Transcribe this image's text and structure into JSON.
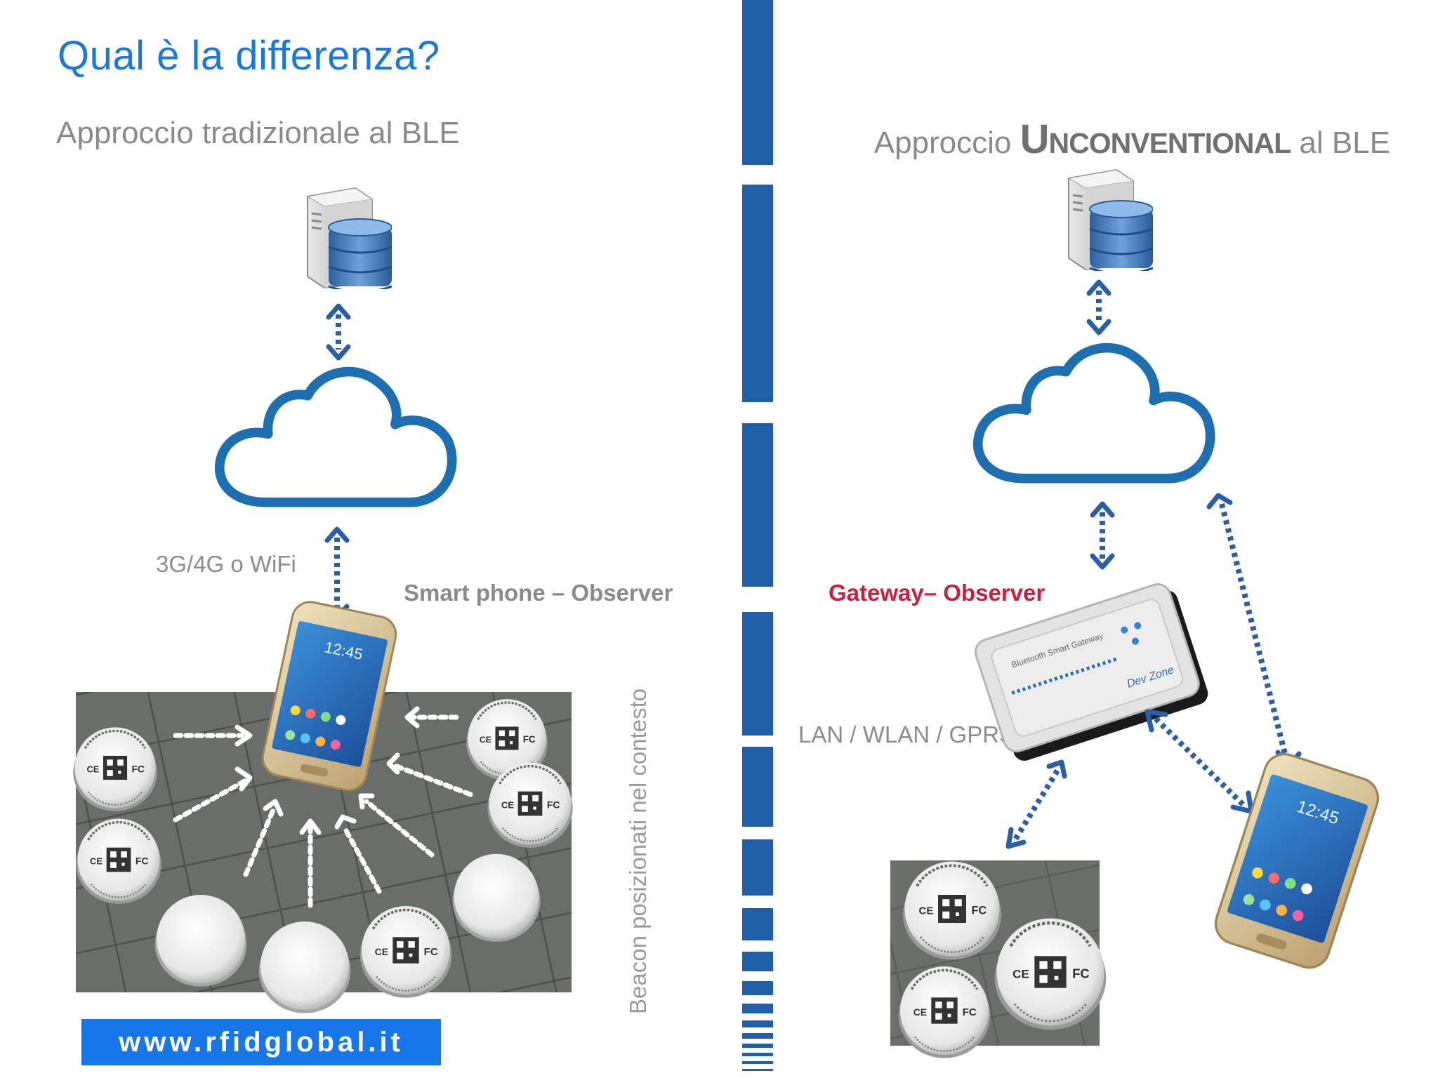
{
  "title": "Qual è la differenza?",
  "left": {
    "subtitle": "Approccio tradizionale al BLE",
    "network_label": "3G/4G o WiFi",
    "observer_label": "Smart phone – Observer",
    "beacons_caption": "Beacon posizionati nel contesto",
    "website": "www.rfidglobal.it"
  },
  "right": {
    "subtitle_prefix": "Approccio ",
    "subtitle_emphasis": "Unconventional",
    "subtitle_suffix": " al BLE",
    "observer_label": "Gateway– Observer",
    "network_label": "LAN / WLAN / GPRS"
  },
  "colors": {
    "title": "#1a78d8",
    "arrow": "#2a5fa8",
    "cloud": "#1d6fb0",
    "divider": "#1f5fa8",
    "gateway_label": "#cc1f3c",
    "banner": "#1877e8"
  },
  "icons": [
    "server-database-icon",
    "cloud-icon",
    "smartphone-icon",
    "gateway-device-icon",
    "beacon-photo"
  ]
}
